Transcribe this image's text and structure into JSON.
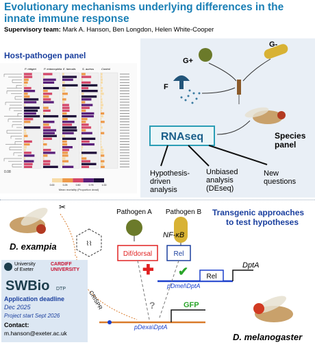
{
  "title": "Evolutionary mechanisms underlying differences in the innate immune response",
  "team": {
    "label": "Supervisory team:",
    "names": "Mark A. Hanson, Ben Longdon, Helen White-Cooper"
  },
  "host_pathogen": {
    "title": "Host-pathogen panel",
    "columns": [
      "P. rettgeri",
      "P. entomophila",
      "E. faecalis",
      "S. aureus",
      "Control"
    ],
    "scale_label": "Mean mortality (Proportion dead)",
    "scale_ticks": [
      "0.00",
      "0.25",
      "0.50",
      "0.75",
      "1.00"
    ],
    "tree_value": "0.08"
  },
  "immune_panel": {
    "gplus": "G+",
    "gminus": "G-",
    "f": "F",
    "rnaseq": "RNAseq",
    "species_panel": "Species\npanel",
    "hypothesis": "Hypothesis-\ndriven\nanalysis",
    "unbiased": "Unbiased\nanalysis\n(DEseq)",
    "new_q": "New\nquestions"
  },
  "transgenic": {
    "species_a": "D. exampia",
    "pathogen_a": "Pathogen A",
    "pathogen_b": "Pathogen B",
    "title": "Transgenic approaches\nto test hypotheses",
    "nfkb": "NF-κB",
    "dif": "Dif/dorsal",
    "rel": "Rel",
    "dpta": "DptA",
    "rel_box": "Rel",
    "pdmel": "pDmel\\DptA",
    "question": "?",
    "crispr": "CRISPR",
    "gfp": "GFP",
    "pdexa": "pDexa\\DptA",
    "species_b": "D. melanogaster"
  },
  "info": {
    "exeter": "University\nof Exeter",
    "cardiff": "CARDIFF\nUNIVERSITY",
    "swbio": "SWBio",
    "dtp": "DTP",
    "deadline_label": "Application deadline",
    "deadline": "Dec 2025",
    "start": "Project start Sept 2026",
    "contact_label": "Contact:",
    "email": "m.hanson@exeter.ac.uk"
  },
  "colors": {
    "title": "#1a7fb5",
    "accent": "#1a3f9e",
    "red": "#e02020",
    "green": "#2aa52a",
    "rnaseq_box": "#2a9db5"
  },
  "chart_data": {
    "type": "heatmap",
    "series_colors": [
      "#f7dca8",
      "#ee9a4a",
      "#d4486a",
      "#5a1f7a",
      "#1f0f3a"
    ]
  }
}
